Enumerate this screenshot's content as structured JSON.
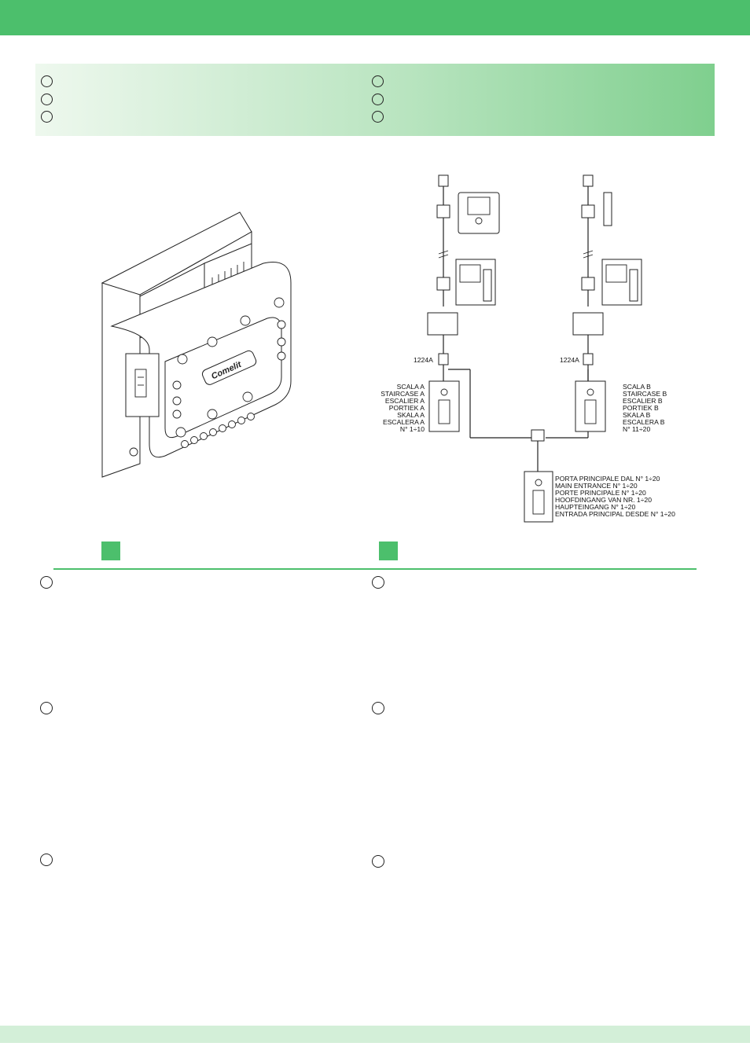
{
  "colors": {
    "accent": "#4cbf6c",
    "footer": "#d3efd8"
  },
  "device": {
    "brand": "Comelit"
  },
  "diagram": {
    "left_amp_label": "1224A",
    "right_amp_label": "1224A",
    "staircase_a": [
      "SCALA A",
      "STAIRCASE A",
      "ESCALIER A",
      "PORTIEK A",
      "SKALA A",
      "ESCALERA A",
      "N° 1÷10"
    ],
    "staircase_b": [
      "SCALA B",
      "STAIRCASE B",
      "ESCALIER B",
      "PORTIEK B",
      "SKALA B",
      "ESCALERA B",
      "N° 11÷20"
    ],
    "main_entrance": [
      "PORTA  PRINCIPALE DAL N° 1÷20",
      "MAIN ENTRANCE N° 1÷20",
      "PORTE PRINCIPALE N° 1÷20",
      "HOOFDINGANG VAN NR. 1÷20",
      "HAUPTEINGANG N° 1÷20",
      "ENTRADA PRINCIPAL DESDE N° 1÷20"
    ]
  }
}
